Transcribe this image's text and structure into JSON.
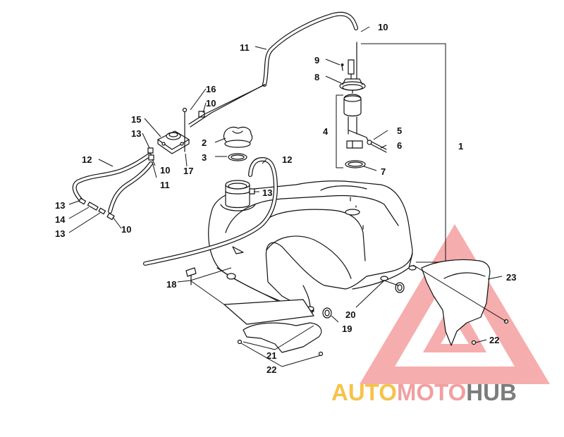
{
  "diagram": {
    "callouts": [
      {
        "id": "c1",
        "label": "1"
      },
      {
        "id": "c2",
        "label": "2"
      },
      {
        "id": "c3",
        "label": "3"
      },
      {
        "id": "c4",
        "label": "4"
      },
      {
        "id": "c5",
        "label": "5"
      },
      {
        "id": "c6",
        "label": "6"
      },
      {
        "id": "c7",
        "label": "7"
      },
      {
        "id": "c8",
        "label": "8"
      },
      {
        "id": "c9",
        "label": "9"
      },
      {
        "id": "c10a",
        "label": "10"
      },
      {
        "id": "c10b",
        "label": "10"
      },
      {
        "id": "c10c",
        "label": "10"
      },
      {
        "id": "c10d",
        "label": "10"
      },
      {
        "id": "c11a",
        "label": "11"
      },
      {
        "id": "c11b",
        "label": "11"
      },
      {
        "id": "c12a",
        "label": "12"
      },
      {
        "id": "c12b",
        "label": "12"
      },
      {
        "id": "c13a",
        "label": "13"
      },
      {
        "id": "c13b",
        "label": "13"
      },
      {
        "id": "c13c",
        "label": "13"
      },
      {
        "id": "c13d",
        "label": "13"
      },
      {
        "id": "c14",
        "label": "14"
      },
      {
        "id": "c15",
        "label": "15"
      },
      {
        "id": "c16",
        "label": "16"
      },
      {
        "id": "c17",
        "label": "17"
      },
      {
        "id": "c18",
        "label": "18"
      },
      {
        "id": "c19",
        "label": "19"
      },
      {
        "id": "c20",
        "label": "20"
      },
      {
        "id": "c21",
        "label": "21"
      },
      {
        "id": "c22a",
        "label": "22"
      },
      {
        "id": "c22b",
        "label": "22"
      },
      {
        "id": "c23",
        "label": "23"
      }
    ]
  },
  "watermark": {
    "part1": "AUTO",
    "part2": "MOTO",
    "part3": "HUB",
    "color_auto": "#f6c24a",
    "color_moto": "#f0a0a0",
    "color_hub": "#7c7c7c",
    "triangle_color": "#ef6b6b"
  }
}
